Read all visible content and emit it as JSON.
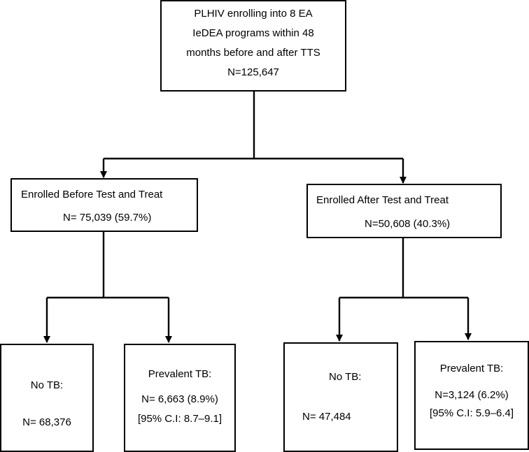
{
  "root": {
    "lines": [
      "PLHIV enrolling into 8 EA",
      "IeDEA programs within 48",
      "months before and after TTS",
      "N=125,647"
    ]
  },
  "before": {
    "title": "Enrolled Before Test and Treat",
    "count": "N= 75,039 (59.7%)"
  },
  "after": {
    "title": "Enrolled After Test and Treat",
    "count": "N=50,608 (40.3%)"
  },
  "before_no_tb": {
    "title": "No TB:",
    "count": "N= 68,376"
  },
  "before_prevalent_tb": {
    "title": "Prevalent TB:",
    "count": "N= 6,663 (8.9%)",
    "ci": "[95% C.I: 8.7–9.1]"
  },
  "after_no_tb": {
    "title": "No TB:",
    "count": "N= 47,484"
  },
  "after_prevalent_tb": {
    "title": "Prevalent TB:",
    "count": "N=3,124 (6.2%)",
    "ci": "[95% C.I: 5.9–6.4]"
  }
}
